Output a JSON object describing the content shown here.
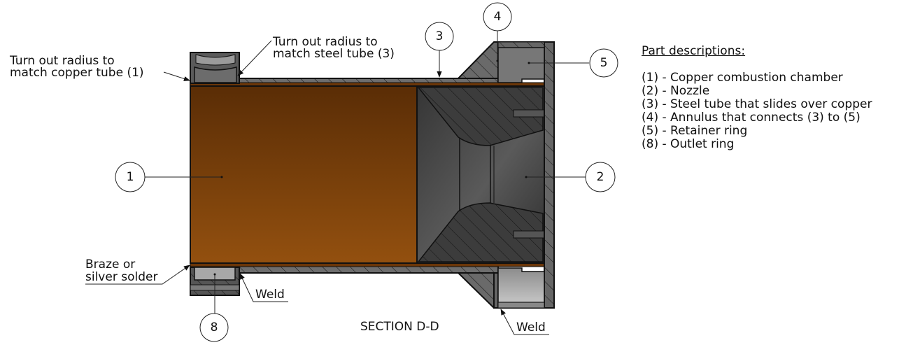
{
  "drawing": {
    "section_label": "SECTION D-D",
    "annotations": {
      "copper_radius": [
        "Turn out radius to",
        "match copper tube (1)"
      ],
      "steel_radius": [
        "Turn out radius to",
        "match steel tube (3)"
      ],
      "braze": [
        "Braze or",
        "silver solder"
      ],
      "weld_left": "Weld",
      "weld_right": "Weld"
    },
    "balloons": [
      {
        "id": "1",
        "label": "1"
      },
      {
        "id": "2",
        "label": "2"
      },
      {
        "id": "3",
        "label": "3"
      },
      {
        "id": "4",
        "label": "4"
      },
      {
        "id": "5",
        "label": "5"
      },
      {
        "id": "8",
        "label": "8"
      }
    ],
    "colors": {
      "copper_top": "#5a2d06",
      "copper_bottom": "#8e4a10",
      "steel": "#6a6a6a",
      "nozzle": "#3c3c3c",
      "ring_light": "#a8a8a8"
    }
  },
  "legend": {
    "title": "Part descriptions:",
    "items": [
      "(1) - Copper combustion chamber",
      "(2) - Nozzle",
      "(3) - Steel tube that slides over copper",
      "(4) - Annulus that connects (3) to (5)",
      "(5) - Retainer ring",
      "(8) - Outlet ring"
    ]
  }
}
